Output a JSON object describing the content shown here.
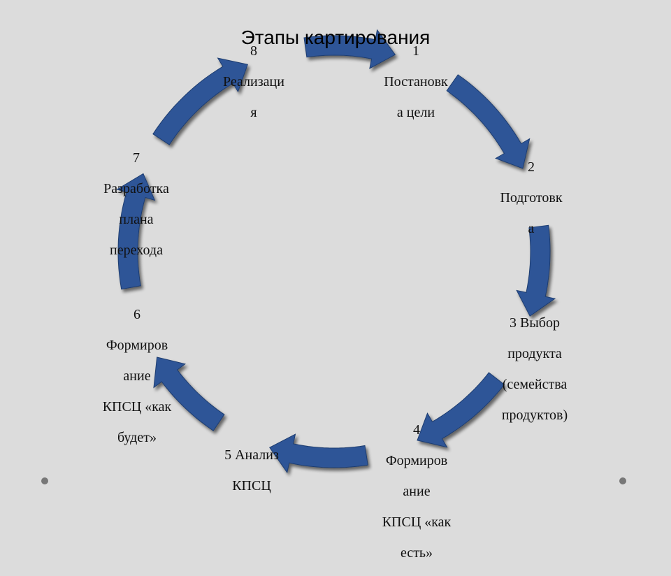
{
  "slide": {
    "title": "Этапы картирования"
  },
  "steps": [
    {
      "id": 1,
      "lines": [
        "1",
        "Постановк",
        "а цели"
      ]
    },
    {
      "id": 2,
      "lines": [
        "2",
        "Подготовк",
        "а"
      ]
    },
    {
      "id": 3,
      "lines": [
        "3 Выбор",
        "продукта",
        "(семейства",
        "продуктов)"
      ]
    },
    {
      "id": 4,
      "lines": [
        "4",
        "Формиров",
        "ание",
        "КПСЦ «как",
        "есть»"
      ]
    },
    {
      "id": 5,
      "lines": [
        "5 Анализ",
        "КПСЦ"
      ]
    },
    {
      "id": 6,
      "lines": [
        "6",
        "Формиров",
        "ание",
        "КПСЦ «как",
        "будет»"
      ]
    },
    {
      "id": 7,
      "lines": [
        "7",
        "Разработка",
        "плана",
        "перехода"
      ]
    },
    {
      "id": 8,
      "lines": [
        "8",
        "Реализаци",
        "я"
      ]
    }
  ],
  "colors": {
    "background": "#dcdcdc",
    "arrow_fill": "#2f5597",
    "arrow_shadow": "#8a8a8a",
    "text": "#111111"
  },
  "decor": {
    "corner_dot_icon": "bullet-dot-icon"
  }
}
